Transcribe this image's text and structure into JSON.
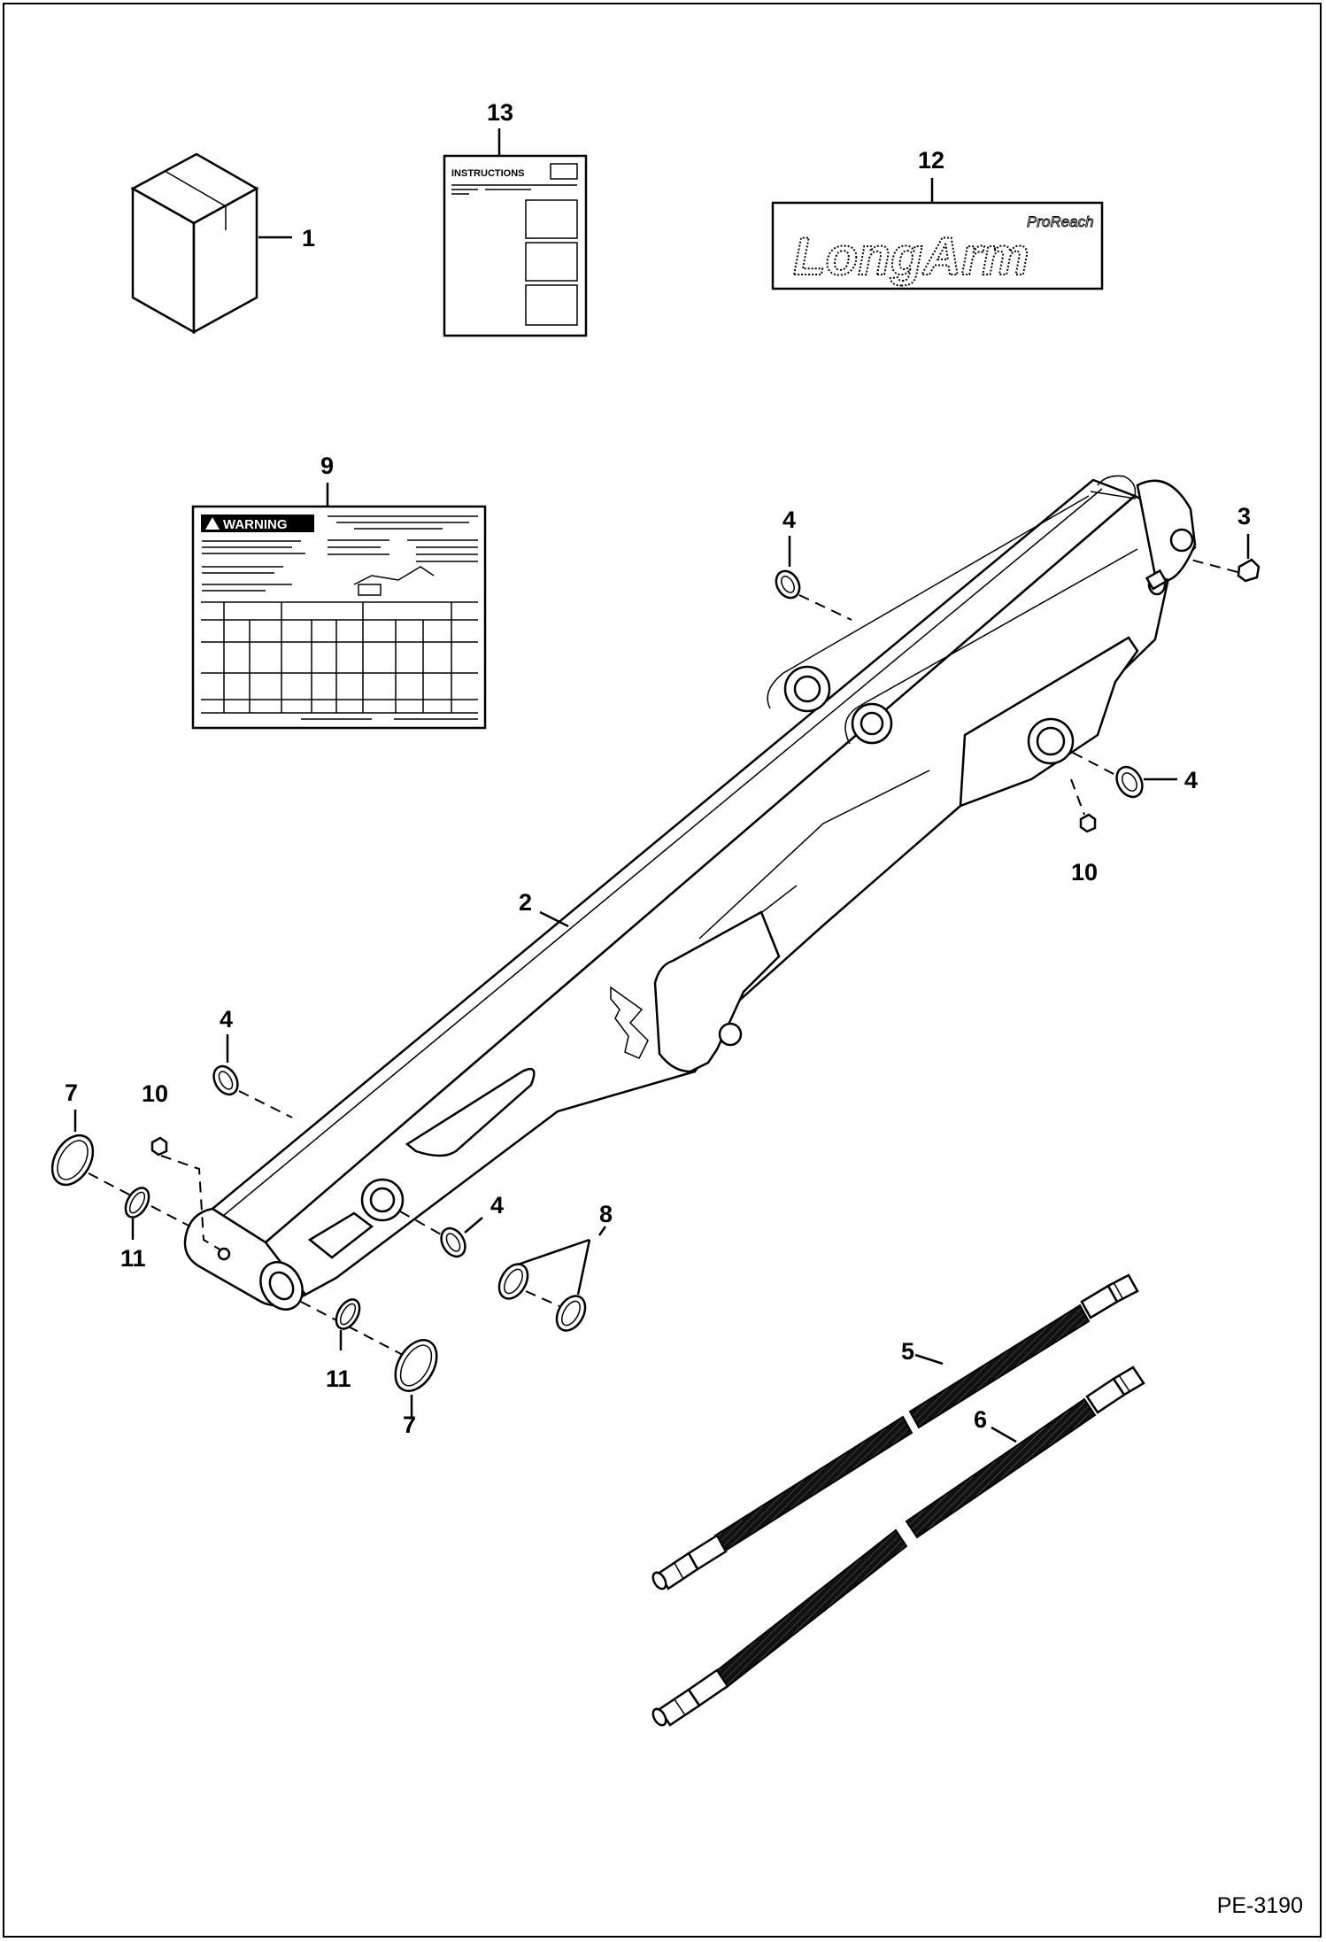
{
  "document_id": "PE-3190",
  "instructions_sheet": {
    "heading": "INSTRUCTIONS"
  },
  "decal": {
    "brand_text": "LongArm",
    "brand_subtext": "ProReach"
  },
  "warning_decal": {
    "heading": "WARNING"
  },
  "callouts": {
    "c1": "1",
    "c2": "2",
    "c3": "3",
    "c4a": "4",
    "c4b": "4",
    "c4c": "4",
    "c4d": "4",
    "c5": "5",
    "c6": "6",
    "c7a": "7",
    "c7b": "7",
    "c8": "8",
    "c9": "9",
    "c10a": "10",
    "c10b": "10",
    "c11a": "11",
    "c11b": "11",
    "c12": "12",
    "c13": "13"
  }
}
